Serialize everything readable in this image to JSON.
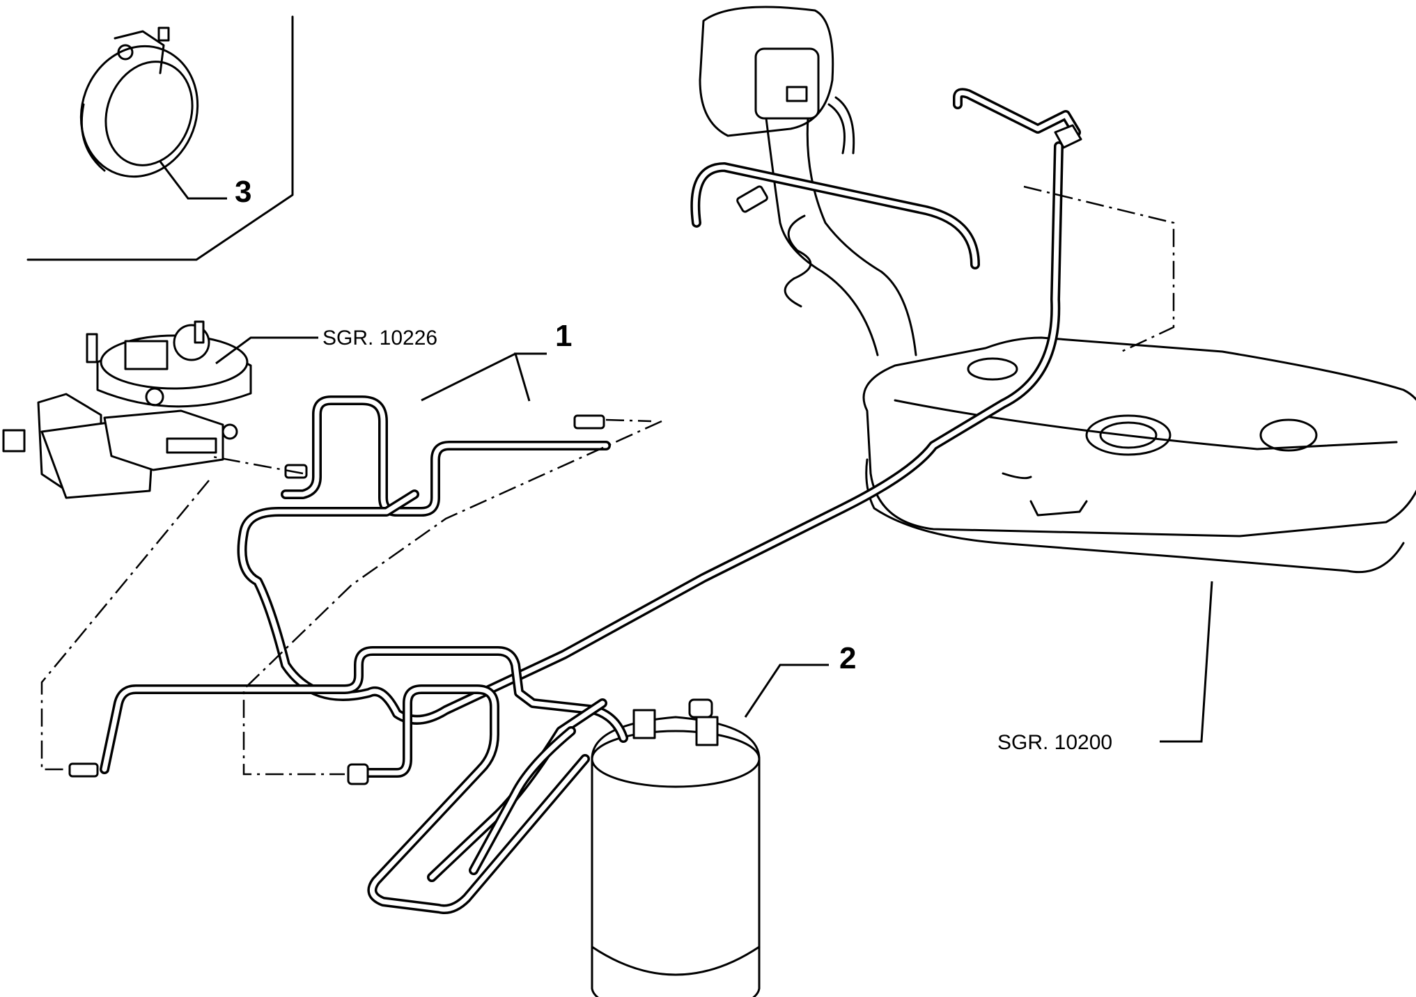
{
  "callouts": {
    "item1": "1",
    "item2": "2",
    "item3": "3"
  },
  "references": {
    "carburettor": "SGR. 10226",
    "fuel_tank": "SGR. 10200"
  }
}
